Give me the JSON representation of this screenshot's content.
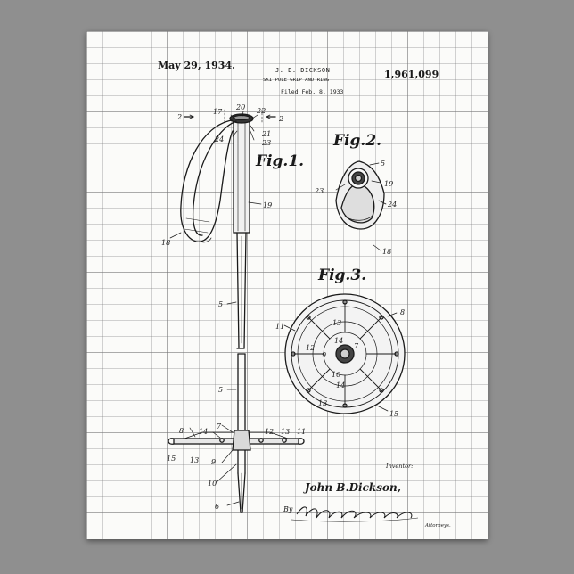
{
  "patent": {
    "date": "May 29, 1934.",
    "inventor_header": "J. B. DICKSON",
    "title": "SKI POLE GRIP AND RING",
    "filed": "Filed Feb. 8, 1933",
    "number": "1,961,099"
  },
  "figures": {
    "fig1": "Fig.1.",
    "fig2": "Fig.2.",
    "fig3": "Fig.3."
  },
  "signature": {
    "inventor_label": "Inventor:",
    "inventor_name": "John B.Dickson,",
    "by_label": "By",
    "attorney_label": "Attorneys."
  },
  "reference_numerals": {
    "fig1_grip": [
      "2",
      "17",
      "20",
      "22",
      "2",
      "24",
      "21",
      "23",
      "19",
      "18",
      "5"
    ],
    "fig1_ring": [
      "5",
      "8",
      "7",
      "14",
      "12",
      "13",
      "11",
      "15",
      "13",
      "9",
      "10",
      "6"
    ],
    "fig2": [
      "5",
      "23",
      "19",
      "24",
      "18"
    ],
    "fig3": [
      "8",
      "11",
      "13",
      "12",
      "7",
      "14",
      "9",
      "10",
      "14",
      "13",
      "15"
    ]
  }
}
